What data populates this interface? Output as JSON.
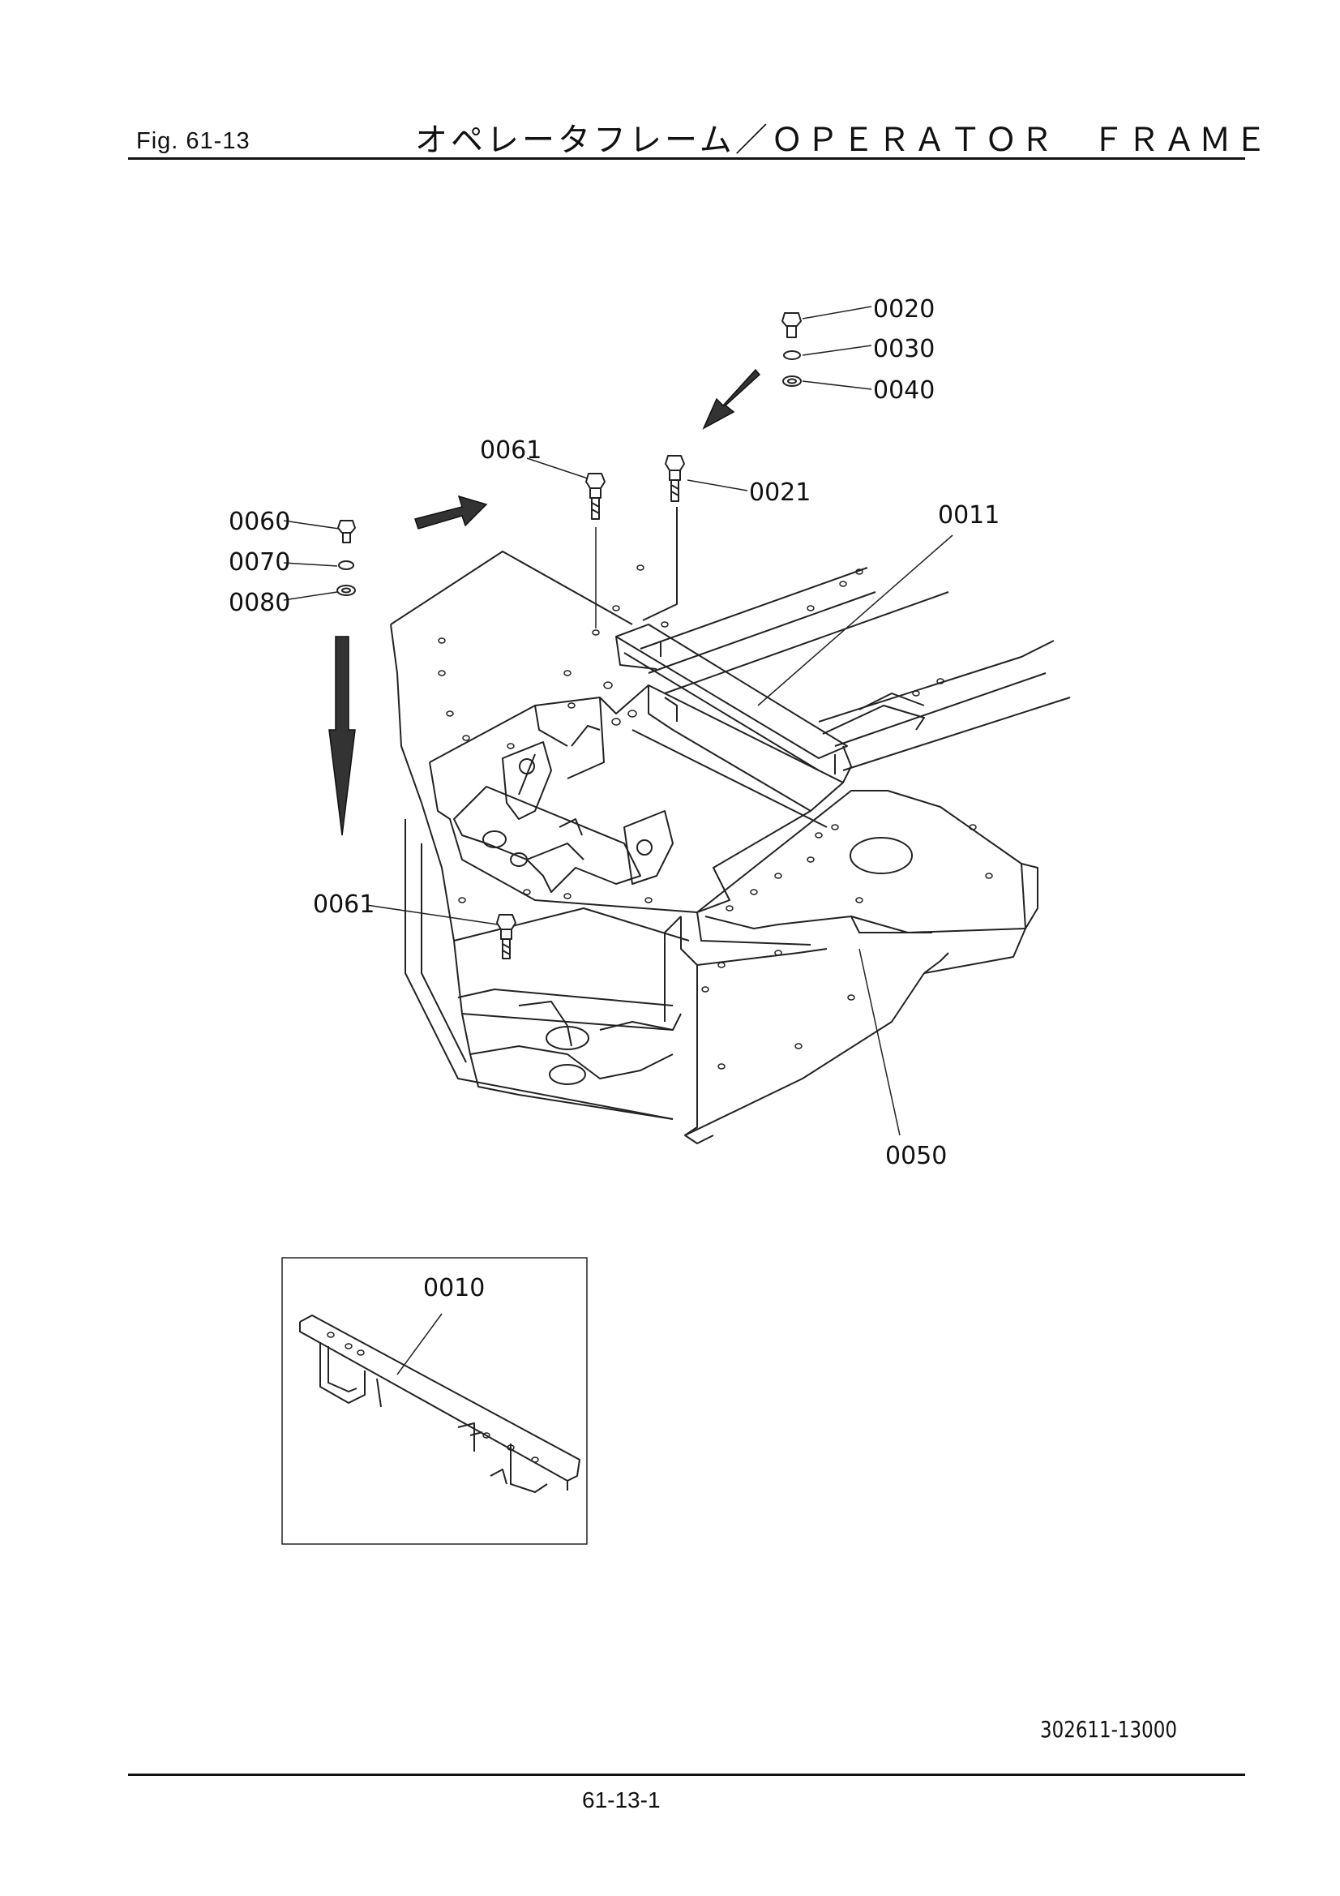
{
  "header": {
    "fig_label": "Fig.  61-13",
    "title": "オペレータフレーム／ＯＰＥＲＡＴＯＲ　ＦＲＡＭＥ"
  },
  "callouts": {
    "p0020": "0020",
    "p0030": "0030",
    "p0040": "0040",
    "p0061_top": "0061",
    "p0021": "0021",
    "p0011": "0011",
    "p0060": "0060",
    "p0070": "0070",
    "p0080": "0080",
    "p0061_bottom": "0061",
    "p0050": "0050",
    "p0010": "0010"
  },
  "footer": {
    "drawing_number": "302611-13000",
    "page_number": "61-13-1"
  }
}
